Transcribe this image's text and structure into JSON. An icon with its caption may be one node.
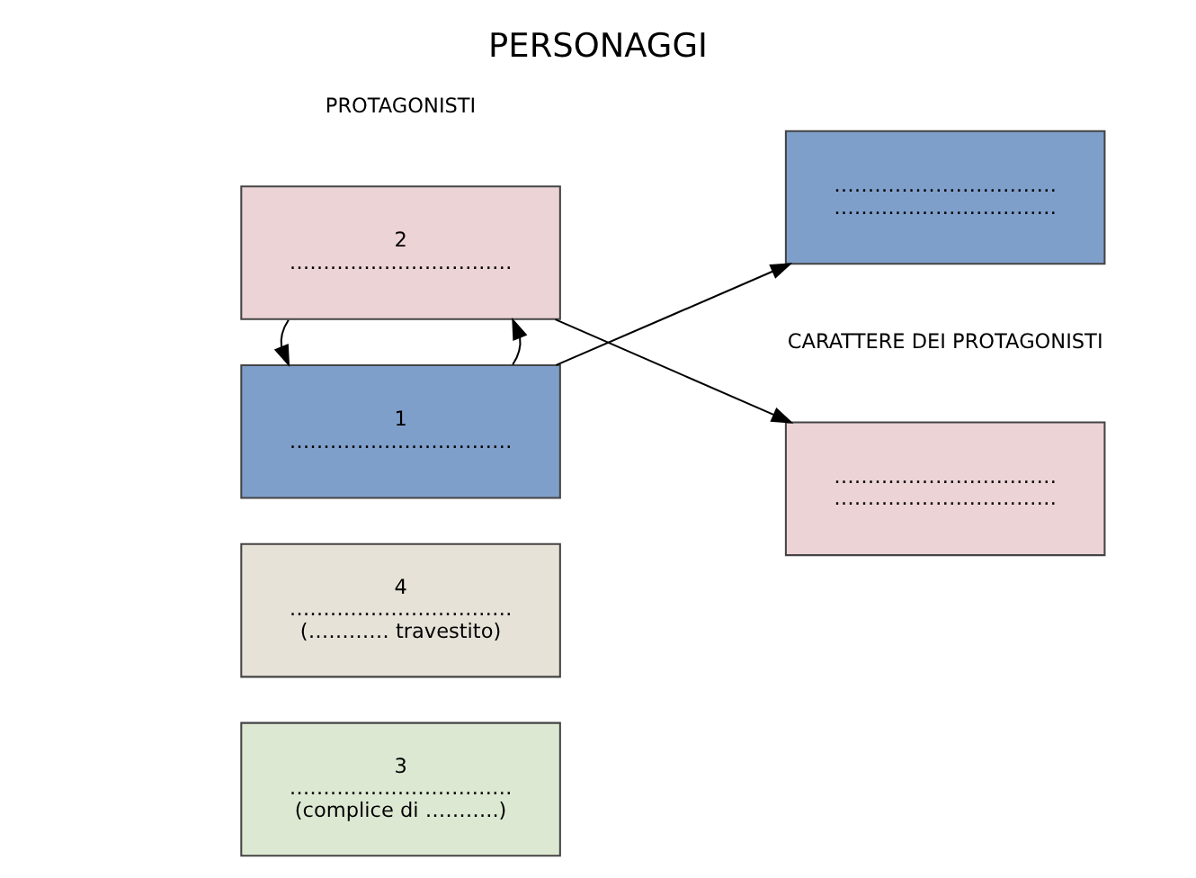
{
  "diagram": {
    "title": "PERSONAGGI",
    "nodes": [
      {
        "text": [
          "1",
          "……………………………"
        ]
      },
      {
        "text": [
          "……………………………",
          "……………………………"
        ]
      },
      {
        "text": [
          "2",
          "……………………………"
        ]
      },
      {
        "text": [
          "……………………………",
          "……………………………"
        ]
      },
      {
        "text": [
          "3",
          "……………………………",
          "(complice di ………..)"
        ]
      },
      {
        "text": [
          "4",
          "……………………………",
          "(………… travestito)"
        ]
      }
    ],
    "edges": [
      {
        "from": 0,
        "to": 1,
        "arrow": "to"
      },
      {
        "from": 0,
        "to": 2,
        "arrow": "to"
      },
      {
        "from": 2,
        "to": 0,
        "arrow": "to"
      },
      {
        "from": 2,
        "to": 3,
        "arrow": "to"
      }
    ],
    "labels": [
      "PROTAGONISTI",
      "CARATTERE DEI PROTAGONISTI"
    ]
  }
}
